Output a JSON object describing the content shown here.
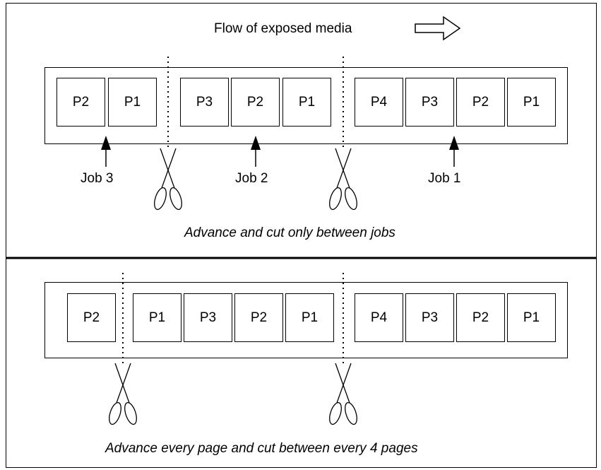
{
  "flow_label": "Flow of exposed media",
  "top": {
    "pages": [
      "P2",
      "P1",
      "P3",
      "P2",
      "P1",
      "P4",
      "P3",
      "P2",
      "P1"
    ],
    "job_labels": [
      "Job 3",
      "Job 2",
      "Job 1"
    ],
    "caption": "Advance and cut only between jobs"
  },
  "bottom": {
    "pages": [
      "P2",
      "P1",
      "P3",
      "P2",
      "P1",
      "P4",
      "P3",
      "P2",
      "P1"
    ],
    "caption": "Advance every page and cut between every 4 pages"
  },
  "icons": [
    "flow-arrow-icon",
    "scissors-icon",
    "pointer-arrow-icon"
  ]
}
